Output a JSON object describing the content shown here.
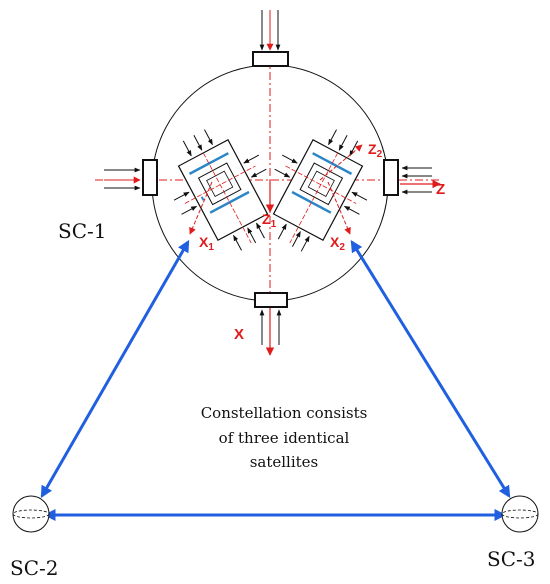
{
  "colors": {
    "axis_red": "#e01b1b",
    "link_blue": "#1f5fe0",
    "test_mass_cyan": "#2a86c7",
    "outline": "#111111"
  },
  "spacecraft": {
    "sc1": "SC-1",
    "sc2": "SC-2",
    "sc3": "SC-3"
  },
  "axes": {
    "z": "Z",
    "x": "X",
    "z1": "Z",
    "z1_sub": "1",
    "z2": "Z",
    "z2_sub": "2",
    "x1": "X",
    "x1_sub": "1",
    "x2": "X",
    "x2_sub": "2"
  },
  "caption": {
    "line1": "Constellation consists",
    "line2": "of three identical",
    "line3": "satellites"
  },
  "icons": {
    "laser_link": "double-arrow-line",
    "thruster": "rectangle-with-force-arrows",
    "test_mass": "tilted-housing-with-cube"
  }
}
